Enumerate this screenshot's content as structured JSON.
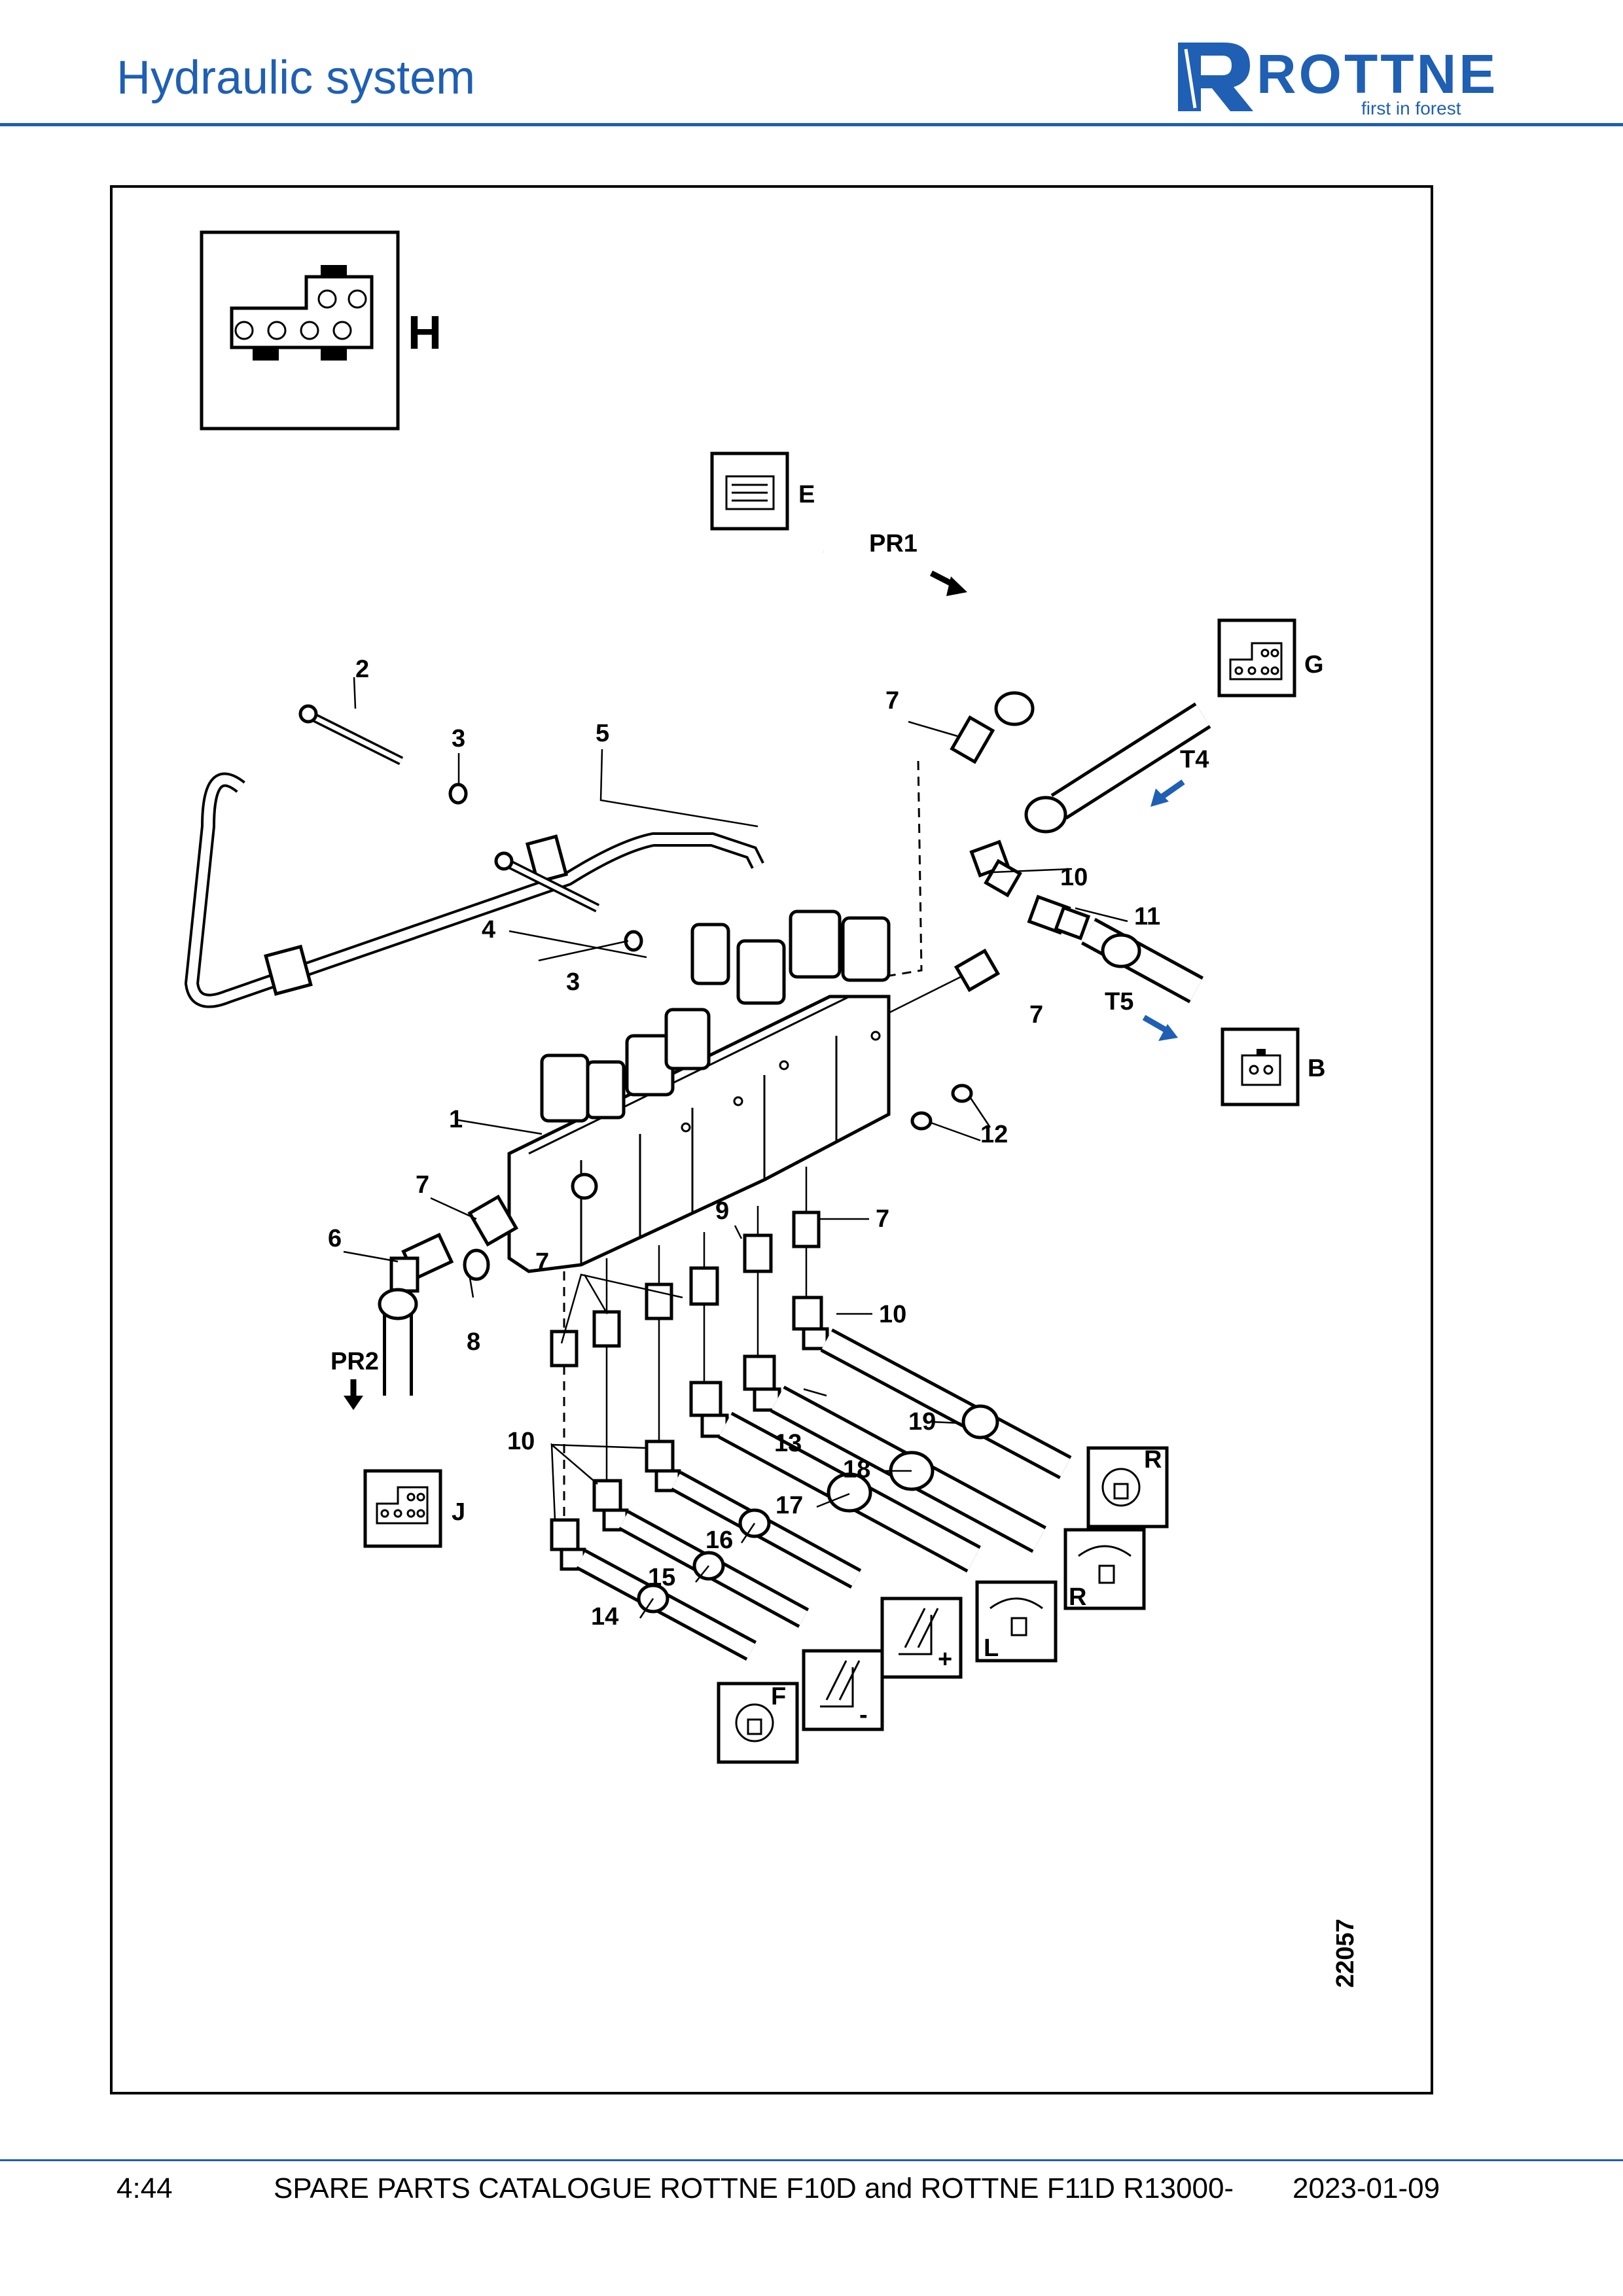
{
  "header": {
    "title": "Hydraulic system",
    "logo_word": "ROTTNE",
    "logo_tagline": "first in forest",
    "brand_color": "#1f5fb4"
  },
  "diagram": {
    "drawing_number": "22057",
    "connector_labels": [
      "H",
      "E",
      "G",
      "B",
      "J"
    ],
    "flow_labels": [
      "PR1",
      "T4",
      "T5",
      "PR2"
    ],
    "flow_arrow_colors": {
      "pressure": "#000000",
      "tank": "#1f5fb4"
    },
    "icon_labels": {
      "R": "R",
      "L": "L",
      "plus": "+",
      "minus": "-",
      "F": "F"
    },
    "part_numbers": [
      "1",
      "2",
      "3",
      "3",
      "4",
      "5",
      "6",
      "7",
      "7",
      "7",
      "7",
      "7",
      "8",
      "9",
      "10",
      "10",
      "10",
      "11",
      "12",
      "13",
      "14",
      "15",
      "16",
      "17",
      "18",
      "19"
    ]
  },
  "footer": {
    "page": "4:44",
    "catalogue": "SPARE PARTS CATALOGUE ROTTNE F10D and ROTTNE F11D R13000-",
    "date": "2023-01-09"
  }
}
